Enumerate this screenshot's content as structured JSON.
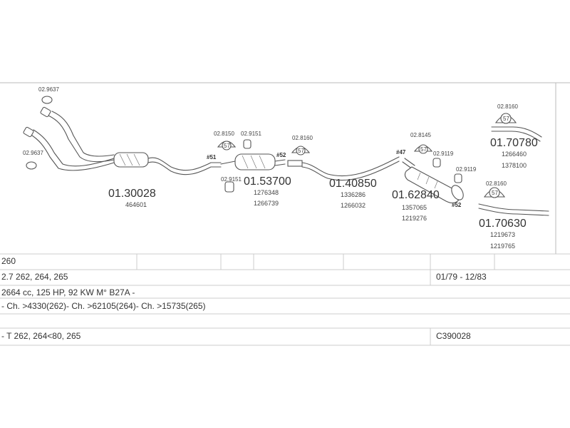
{
  "parts": {
    "p_302": "02.9637",
    "p_303": "02.9637",
    "p_300": "01.30028",
    "p_300_ref": "464601",
    "p_tag51": "#51",
    "p_815a": "02.8150",
    "p_915a": "02.9151",
    "p_915b": "02.9151",
    "p_tag52a": "#52",
    "p_537": "01.53700",
    "p_537_ref1": "1276348",
    "p_537_ref2": "1266739",
    "p_816a": "02.8160",
    "p_408": "01.40850",
    "p_408_ref1": "1336286",
    "p_408_ref2": "1266032",
    "p_tag47": "#47",
    "p_814": "02.8145",
    "p_911a": "02.9119",
    "p_911b": "02.9119",
    "p_628": "01.62840",
    "p_628_ref1": "1357065",
    "p_628_ref2": "1219276",
    "p_tag52b": "#52",
    "p_816b": "02.8160",
    "p_707": "01.70780",
    "p_707_ref1": "1266460",
    "p_707_ref2": "1378100",
    "p_816c": "02.8160",
    "p_706": "01.70630",
    "p_706_ref1": "1219673",
    "p_706_ref2": "1219765",
    "clamp_label": "57"
  },
  "table": {
    "row1": "260",
    "row2_left": "2.7 262, 264, 265",
    "row2_right": "01/79 - 12/83",
    "row3": "2664 cc, 125 HP, 92 KW M° B27A -",
    "row4": "- Ch. >4330(262)- Ch. >62105(264)- Ch. >15735(265)",
    "row6_left": "- T 262, 264<80, 265",
    "row6_right": "C390028"
  }
}
